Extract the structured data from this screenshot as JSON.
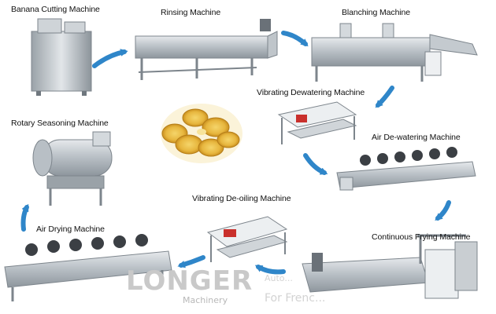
{
  "diagram": {
    "title": "",
    "machines": [
      {
        "id": "banana-cutting",
        "label": "Banana Cutting Machine"
      },
      {
        "id": "rinsing",
        "label": "Rinsing Machine"
      },
      {
        "id": "blanching",
        "label": "Blanching Machine"
      },
      {
        "id": "vibrating-dewatering",
        "label": "Vibrating Dewatering Machine"
      },
      {
        "id": "air-dewatering",
        "label": "Air De-watering Machine"
      },
      {
        "id": "continuous-frying",
        "label": "Continuous Frying Machine"
      },
      {
        "id": "vibrating-deoiling",
        "label": "Vibrating De-oiling Machine"
      },
      {
        "id": "air-drying",
        "label": "Air Drying Machine"
      },
      {
        "id": "rotary-seasoning",
        "label": "Rotary Seasoning Machine"
      }
    ],
    "flow_color": "#2f86c9",
    "steel_color": "#a9b0b6",
    "watermark": {
      "brand": "LONGER",
      "sub": "Machinery",
      "faded_line_1": "Auto...",
      "faded_line_2": "For Frenc..."
    }
  }
}
